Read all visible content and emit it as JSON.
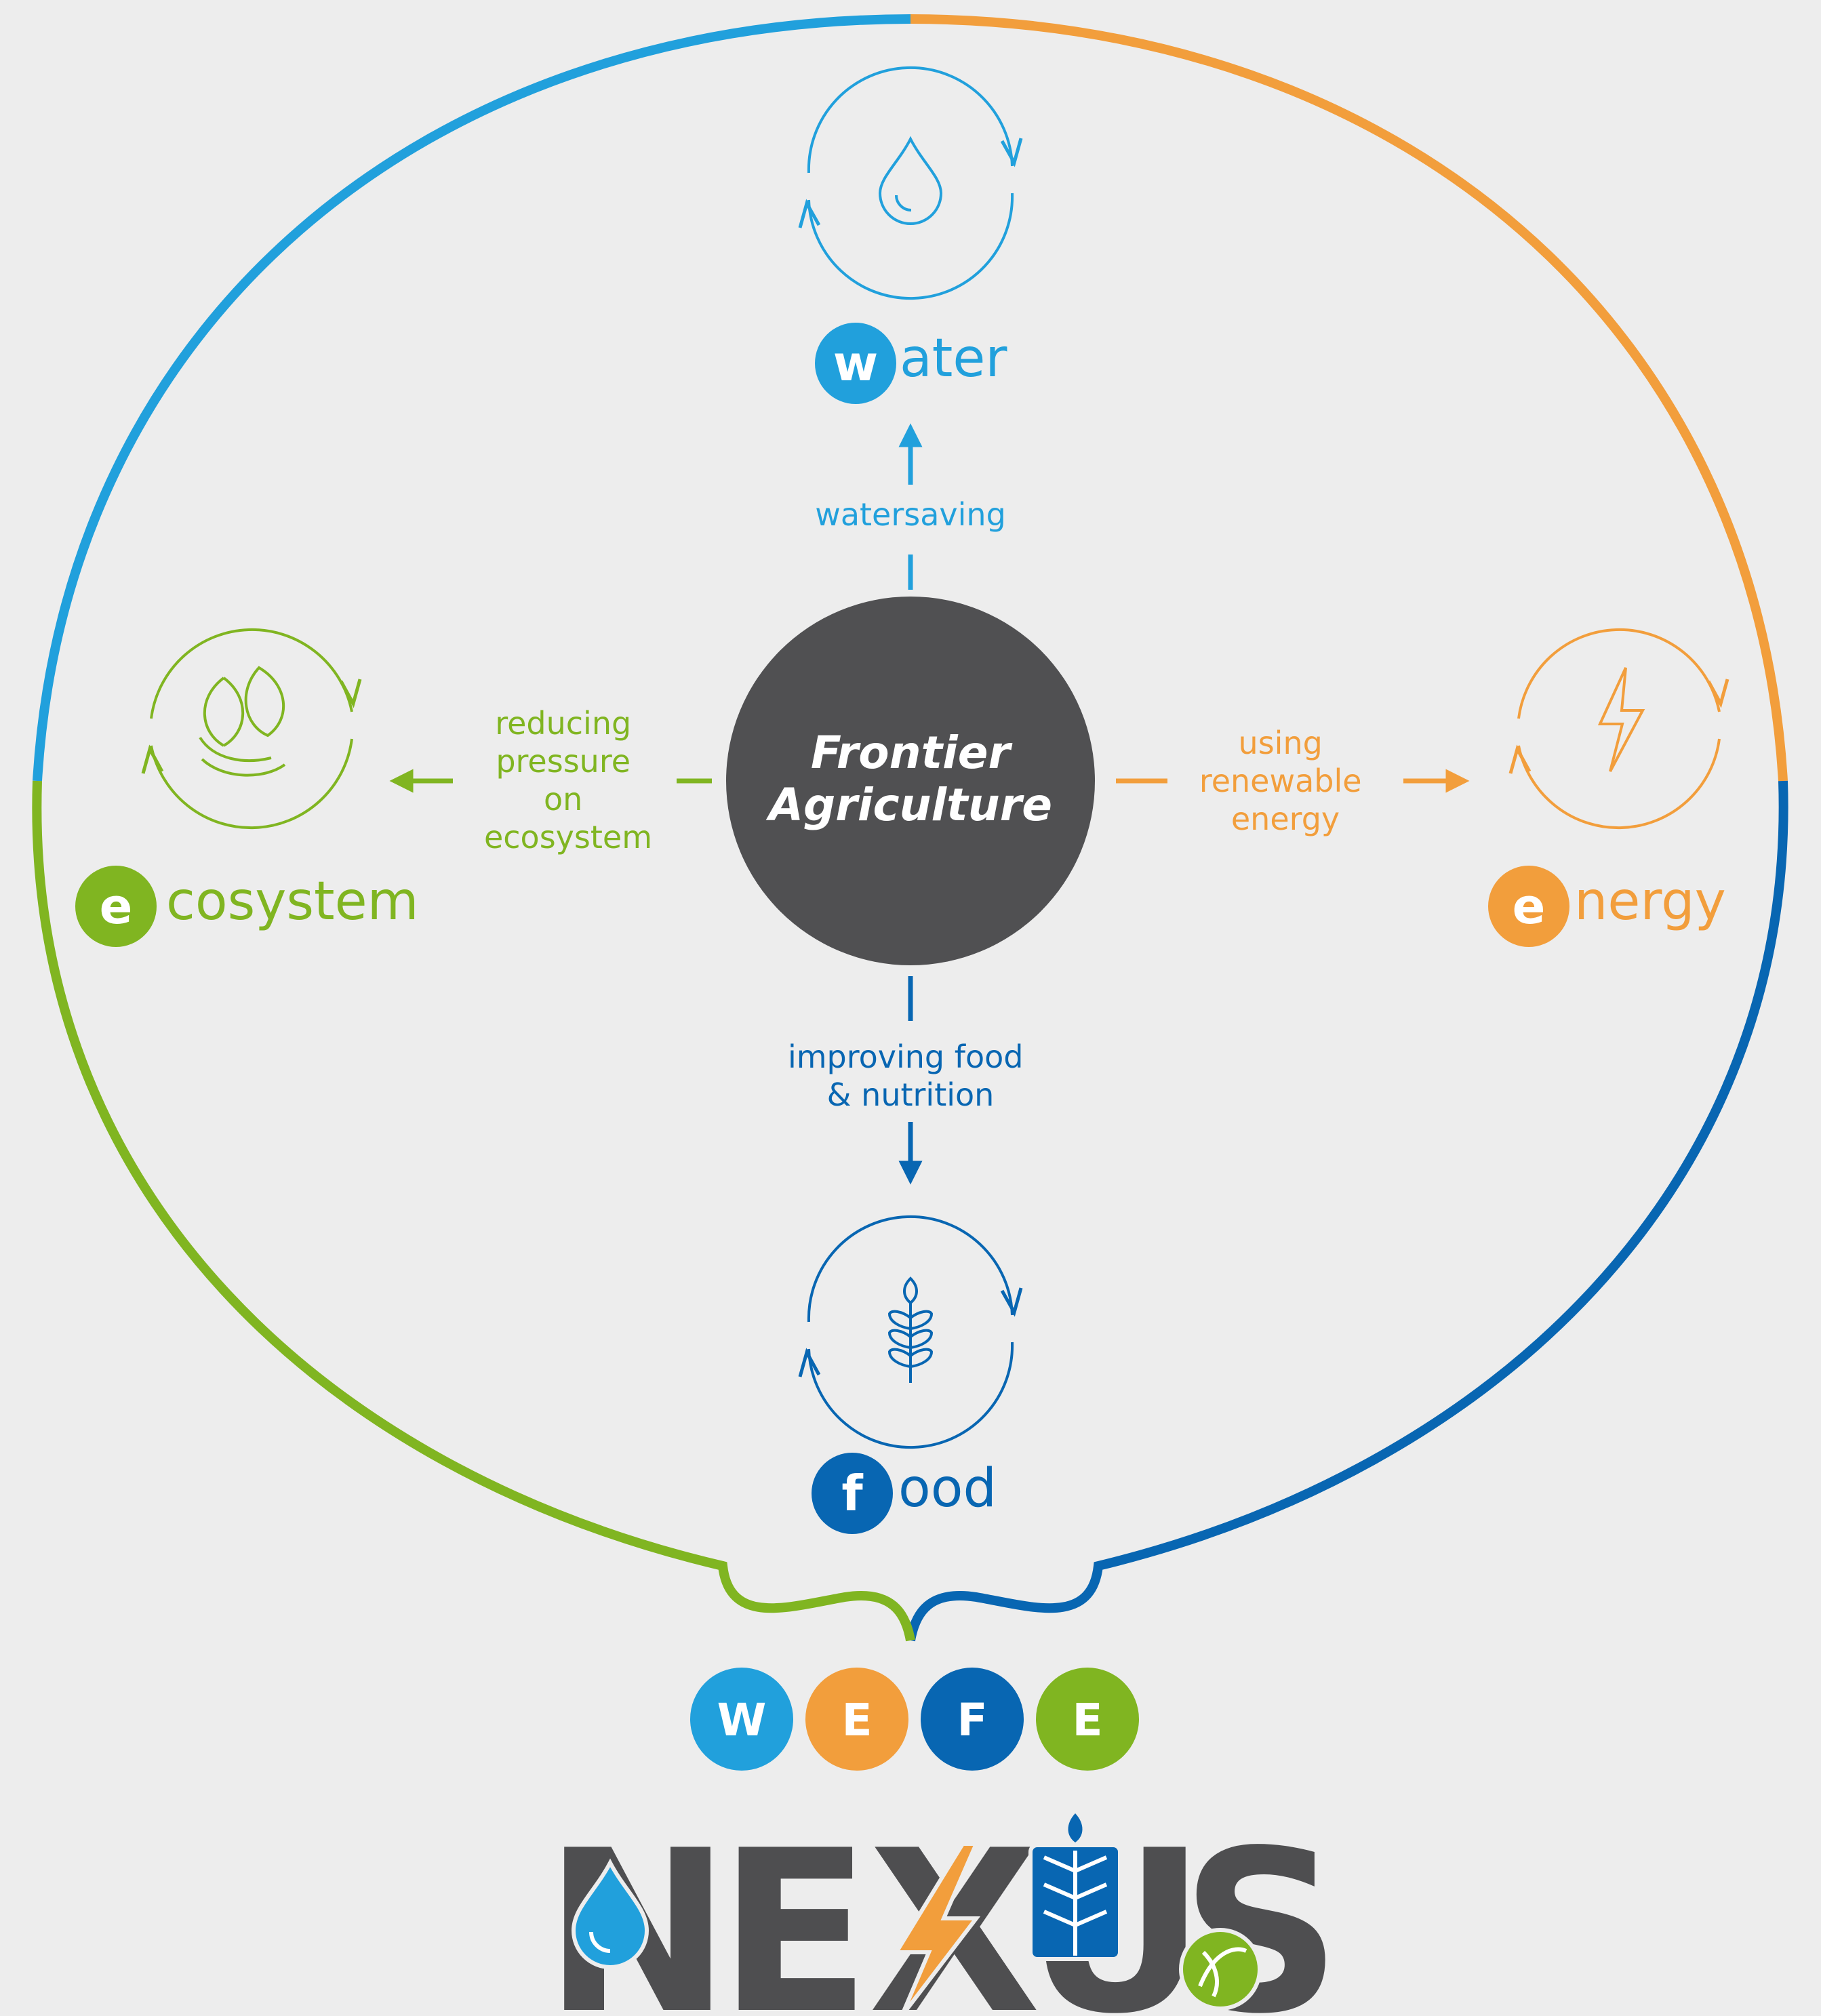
{
  "center": {
    "line1": "Frontier",
    "line2": "Agriculture"
  },
  "nodes": {
    "water": {
      "initial": "w",
      "rest": "ater",
      "icon": "water-drop-icon"
    },
    "energy": {
      "initial": "e",
      "rest": "nergy",
      "icon": "lightning-bolt-icon"
    },
    "food": {
      "initial": "f",
      "rest": "ood",
      "icon": "wheat-ear-icon"
    },
    "ecosystem": {
      "initial": "e",
      "rest": "cosystem",
      "icon": "leaves-icon"
    }
  },
  "links": {
    "water": [
      "watersaving"
    ],
    "energy": [
      "using",
      "renewable",
      "energy"
    ],
    "food": [
      "improving food",
      "& nutrition"
    ],
    "ecosystem": [
      "reducing",
      "pressure",
      "on",
      "ecosystem"
    ]
  },
  "wefe": [
    "W",
    "E",
    "F",
    "E"
  ],
  "logo": {
    "letters": [
      "N",
      "E",
      "X",
      "U",
      "S"
    ]
  },
  "colors": {
    "water": "#21a0dc",
    "energy": "#f29e3c",
    "food": "#0866b2",
    "ecosystem": "#80b521",
    "center": "#505052",
    "logo": "#4e4e50",
    "background": "#ededed"
  }
}
